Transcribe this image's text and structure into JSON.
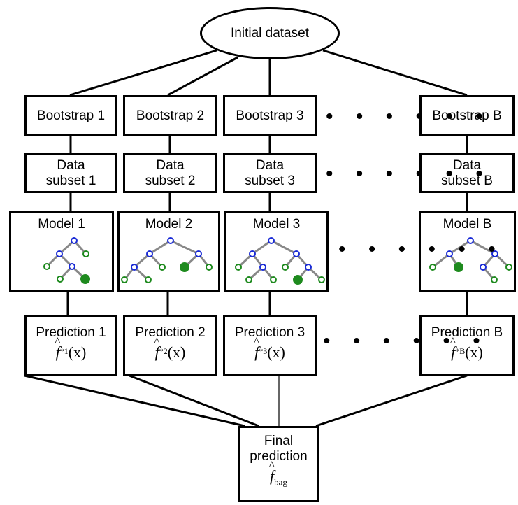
{
  "root": {
    "label": "Initial dataset"
  },
  "columns": [
    {
      "bootstrap": "Bootstrap 1",
      "subset": [
        "Data",
        "subset 1"
      ],
      "model": "Model 1",
      "prediction": "Prediction 1",
      "superscript": "*1"
    },
    {
      "bootstrap": "Bootstrap 2",
      "subset": [
        "Data",
        "subset 2"
      ],
      "model": "Model 2",
      "prediction": "Prediction 2",
      "superscript": "*2"
    },
    {
      "bootstrap": "Bootstrap 3",
      "subset": [
        "Data",
        "subset 3"
      ],
      "model": "Model 3",
      "prediction": "Prediction 3",
      "superscript": "*3"
    },
    {
      "bootstrap": "Bootstrap B",
      "subset": [
        "Data",
        "subset B"
      ],
      "model": "Model B",
      "prediction": "Prediction B",
      "superscript": "*B"
    }
  ],
  "formula": {
    "f": "f",
    "x": "(x)",
    "hat": "^"
  },
  "final": {
    "label": [
      "Final",
      "prediction"
    ],
    "subscript": "bag"
  },
  "ellipsis": "• • • • • •",
  "colors": {
    "internal_node": "#1a2bd6",
    "leaf_node": "#1e8a1e",
    "edge": "#888888",
    "line": "#000000"
  }
}
